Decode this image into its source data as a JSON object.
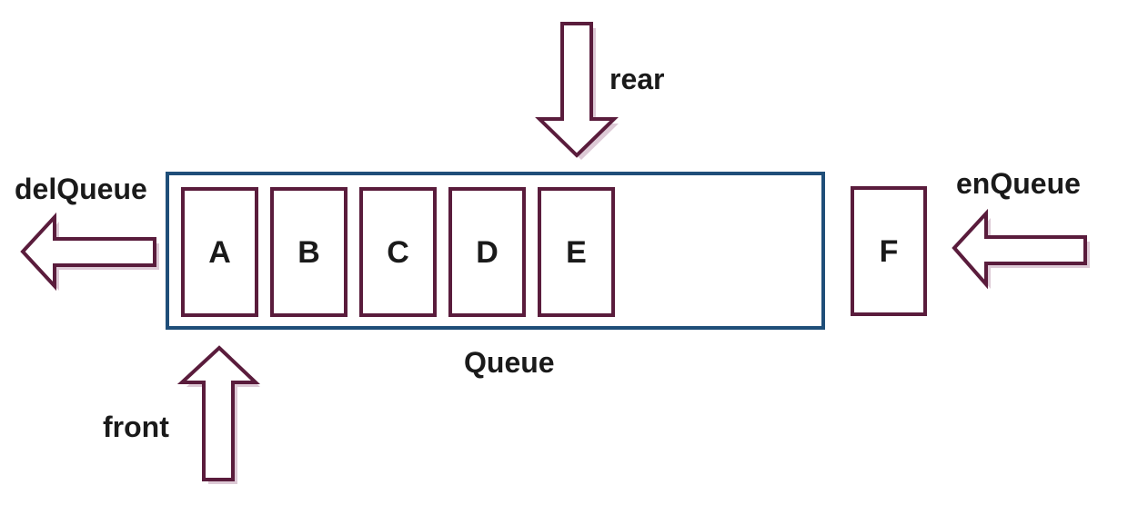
{
  "labels": {
    "rear": "rear",
    "front": "front",
    "del_queue": "delQueue",
    "en_queue": "enQueue",
    "queue": "Queue"
  },
  "queue_items": [
    "A",
    "B",
    "C",
    "D",
    "E"
  ],
  "incoming_item": "F",
  "colors": {
    "arrow_stroke": "#5a1c3c",
    "arrow_shadow": "#d9c4d1",
    "cell_stroke": "#5a1c3c",
    "queue_border": "#1f4e79",
    "text": "#1a1a1a"
  }
}
